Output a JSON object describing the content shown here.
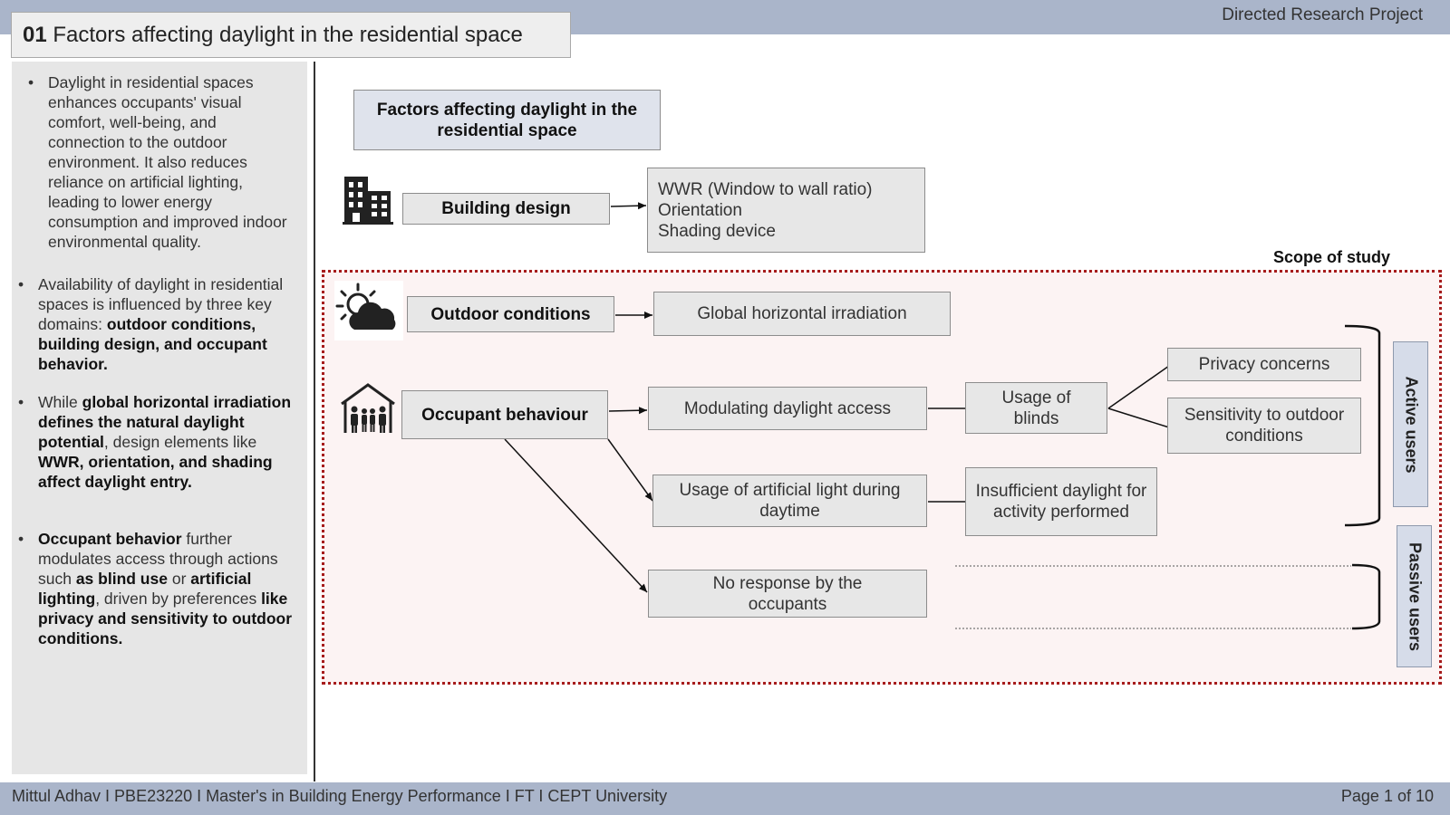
{
  "header": {
    "title_number": "01",
    "title_text": "Factors affecting daylight in the residential space",
    "project": "Directed Research Project"
  },
  "sidebar": {
    "bullet1": "Daylight in residential spaces enhances occupants' visual comfort, well-being, and connection to the outdoor environment. It also reduces reliance on artificial lighting, leading to lower energy consumption and improved indoor environmental quality.",
    "bullet2_a": "Availability of daylight in residential spaces is influenced by three key domains: ",
    "bullet2_b": "outdoor conditions, building design, and occupant behavior.",
    "bullet3_a": "While ",
    "bullet3_b": "global horizontal irradiation defines the natural daylight potential",
    "bullet3_c": ", design elements like ",
    "bullet3_d": "WWR, orientation, and shading affect daylight entry.",
    "bullet4_a": "Occupant behavior",
    "bullet4_b": " further modulates access through actions such ",
    "bullet4_c": "as blind use",
    "bullet4_d": " or ",
    "bullet4_e": "artificial lighting",
    "bullet4_f": ", driven by preferences ",
    "bullet4_g": "like privacy and sensitivity to outdoor conditions."
  },
  "diagram": {
    "root": "Factors affecting daylight in the residential space",
    "building_design": "Building design",
    "building_items": [
      "WWR (Window to wall ratio)",
      "Orientation",
      "Shading device"
    ],
    "scope_label": "Scope of study",
    "outdoor_conditions": "Outdoor conditions",
    "ghi": "Global horizontal irradiation",
    "occupant_behaviour": "Occupant behaviour",
    "modulating": "Modulating daylight access",
    "usage_blinds": "Usage of blinds",
    "privacy": "Privacy concerns",
    "sensitivity": "Sensitivity to outdoor conditions",
    "artificial_light": "Usage of artificial light during daytime",
    "insufficient": "Insufficient daylight for activity performed",
    "no_response": "No response by the occupants",
    "active_users": "Active users",
    "passive_users": "Passive users"
  },
  "icons": {
    "building": "building-icon",
    "weather": "sun-cloud-icon",
    "people": "family-house-icon"
  },
  "colors": {
    "bar": "#aab5ca",
    "box": "#e7e7e7",
    "scope_border": "#a61c1c",
    "side_label": "#d6dce9"
  },
  "footer": {
    "left": "Mittul Adhav I PBE23220 I Master's in Building Energy Performance I FT I CEPT University",
    "right": "Page 1 of 10"
  }
}
